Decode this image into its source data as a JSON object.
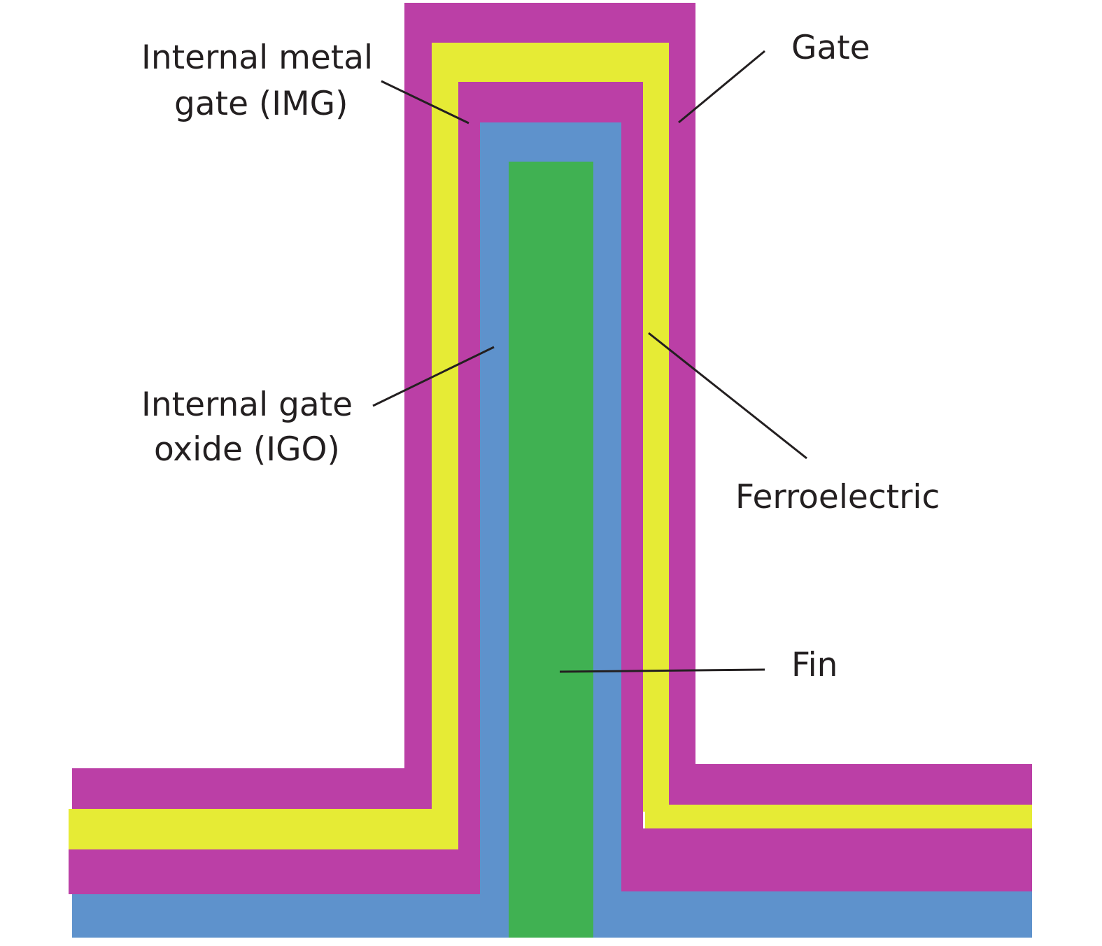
{
  "colors": {
    "gate": "#bb3fa6",
    "ferroelectric": "#e6eb35",
    "internal_metal_gate": "#bb3fa6",
    "internal_gate_oxide": "#5e92cc",
    "fin": "#40b152",
    "text": "#231f20"
  },
  "labels": {
    "img_line1": "Internal metal",
    "img_line2": "gate (IMG)",
    "gate": "Gate",
    "igo_line1": "Internal gate",
    "igo_line2": "oxide (IGO)",
    "ferroelectric": "Ferroelectric",
    "fin": "Fin"
  }
}
